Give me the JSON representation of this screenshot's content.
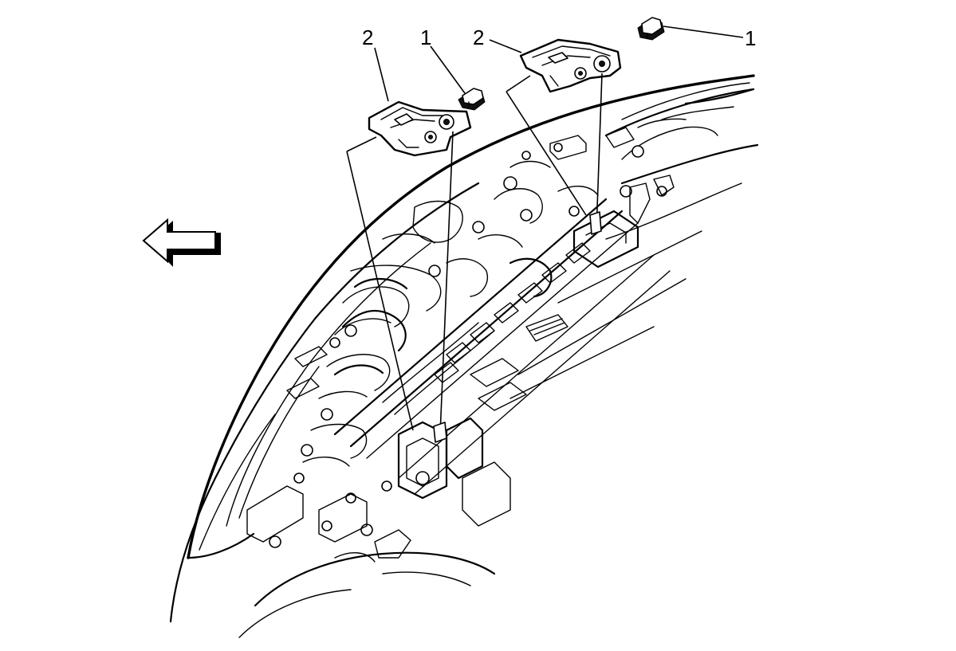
{
  "callouts": [
    {
      "id": "bracket-left",
      "label": "2"
    },
    {
      "id": "bolt-left",
      "label": "1"
    },
    {
      "id": "bracket-right",
      "label": "2"
    },
    {
      "id": "bolt-right",
      "label": "1"
    }
  ],
  "icons": {
    "direction_arrow": "arrow-left-icon",
    "bolt": "bolt-icon",
    "bracket": "hood-hinge-bracket-icon"
  },
  "colors": {
    "line": "#000000",
    "background": "#ffffff"
  }
}
